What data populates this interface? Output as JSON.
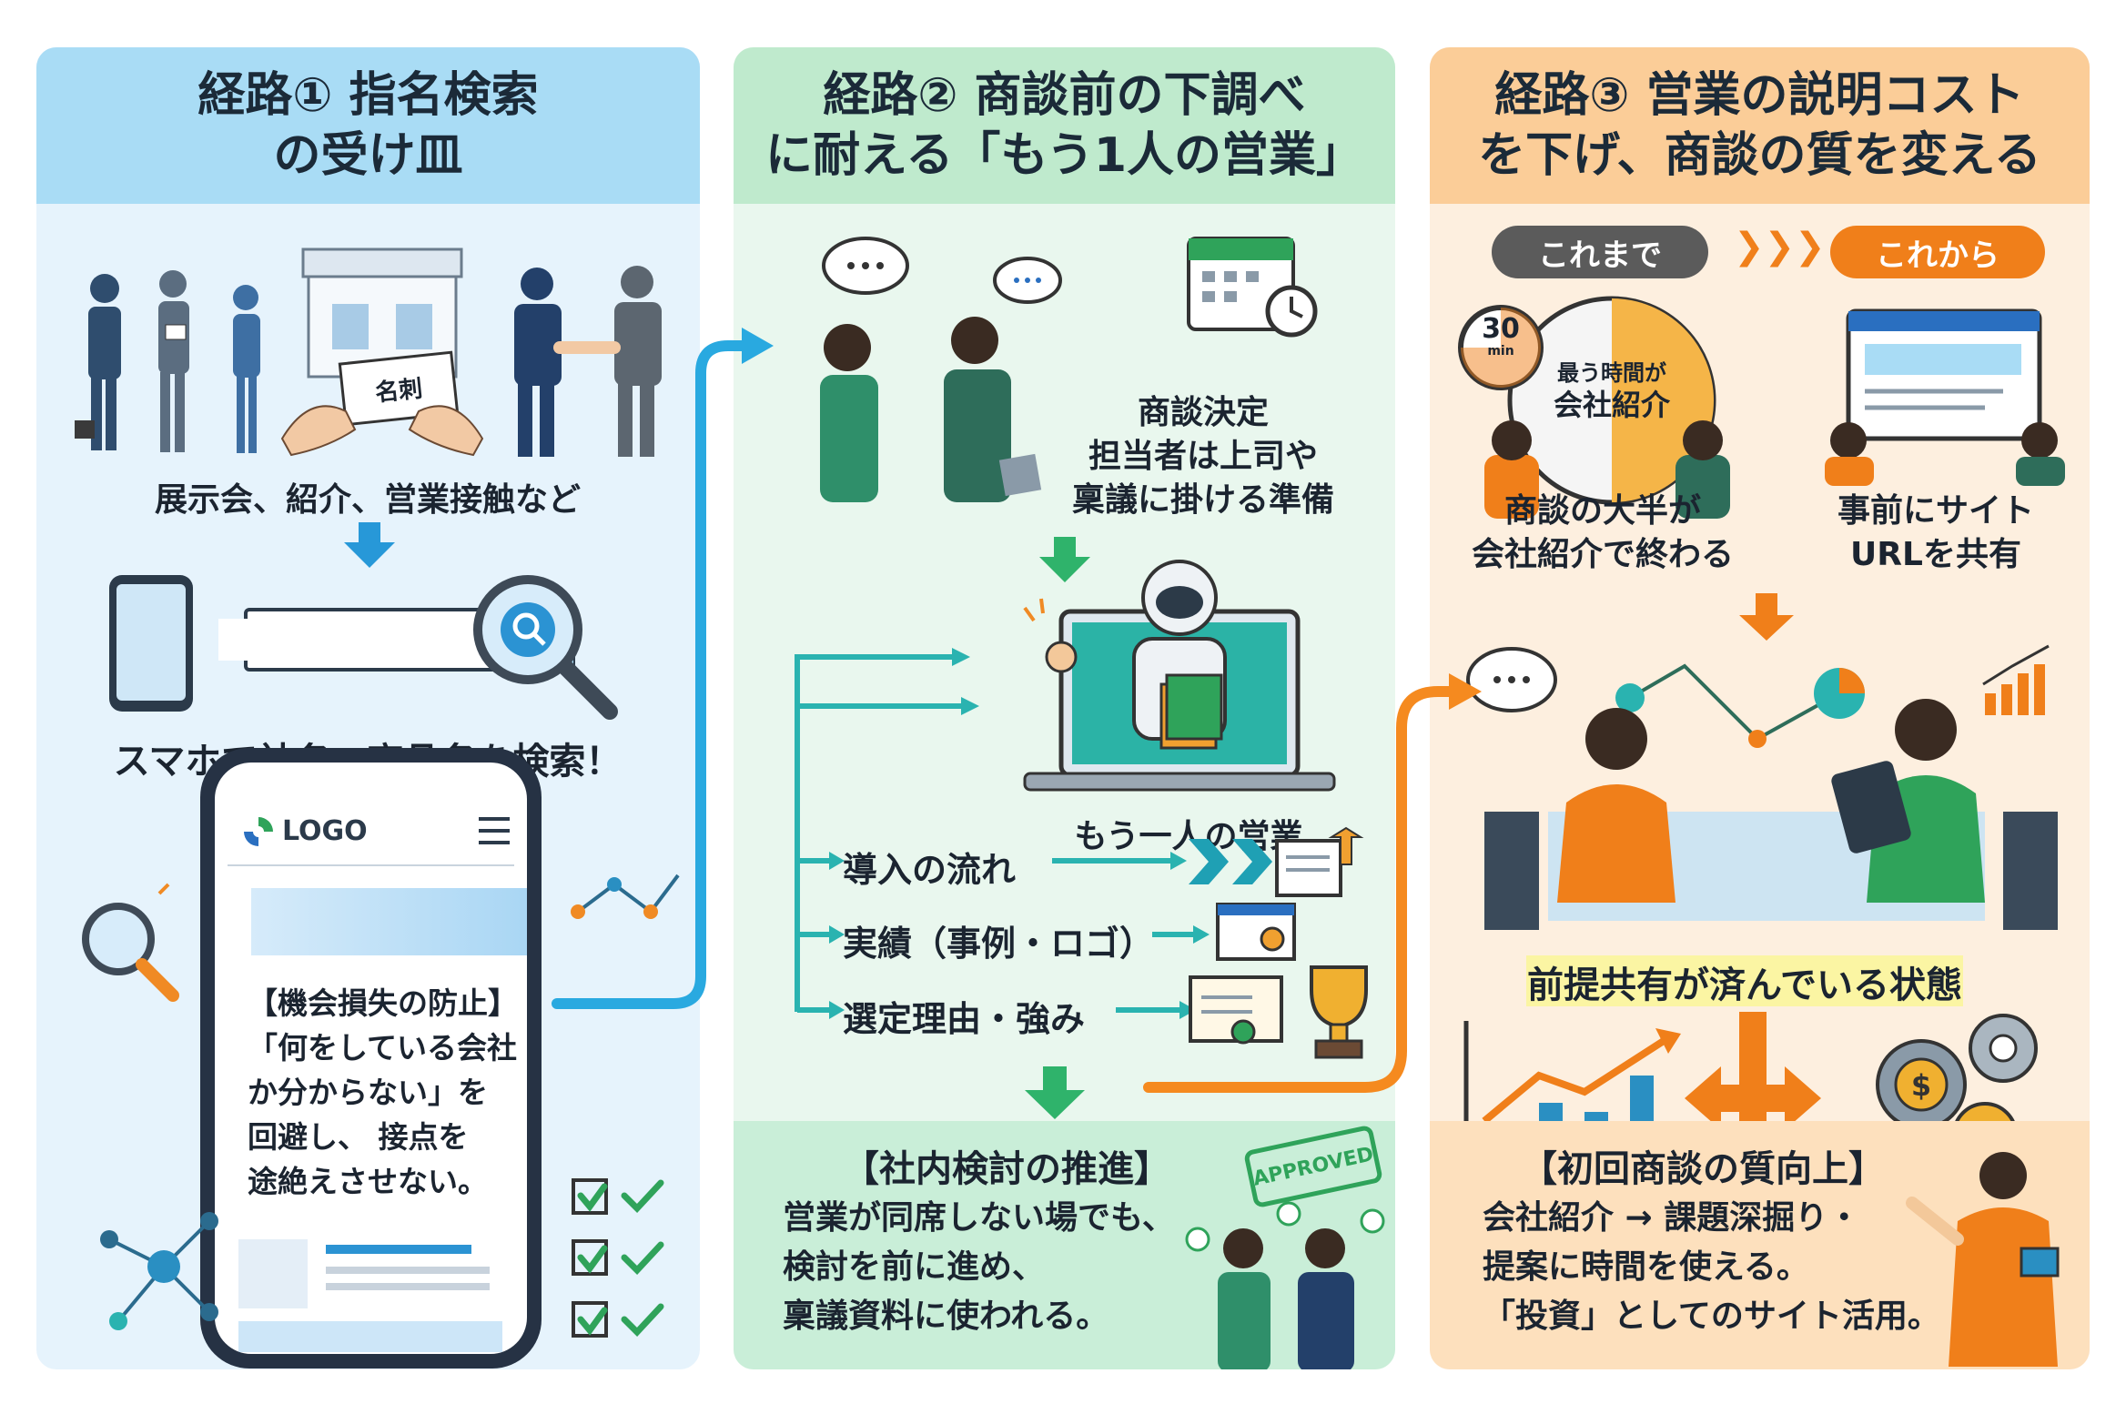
{
  "panel1": {
    "title_line1": "経路① 指名検索",
    "title_line2": "の受け皿",
    "meishi": "名刺",
    "caption_events": "展示会、紹介、営業接触など",
    "caption_search": "スマホで社名・商品名を検索！",
    "phone_logo": "LOGO",
    "phone_lines": [
      "【機会損失の防止】",
      "「何をしている会社",
      "か分からない」を",
      "回避し、 接点を",
      "途絶えさせない。"
    ]
  },
  "panel2": {
    "title_line1": "経路② 商談前の下調べ",
    "title_line2": "に耐える「もう1人の営業」",
    "meeting_lines": [
      "商談決定",
      "担当者は上司や",
      "稟議に掛ける準備"
    ],
    "robot_caption": "もう一人の営業",
    "branches": [
      "導入の流れ",
      "実績（事例・ロゴ）",
      "選定理由・強み"
    ],
    "stamp": "APPROVED",
    "bottom_heading": "【社内検討の推進】",
    "bottom_lines": [
      "営業が同席しない場でも、",
      "検討を前に進め、",
      "稟議資料に使われる。"
    ]
  },
  "panel3": {
    "title_line1": "経路③ 営業の説明コスト",
    "title_line2": "を下げ、商談の質を変える",
    "before_label": "これまで",
    "after_label": "これから",
    "clock_number": "30",
    "clock_unit": "min",
    "clock_lines": [
      "最う時間が",
      "会社紹介"
    ],
    "before_caption": [
      "商談の大半が",
      "会社紹介で終わる"
    ],
    "after_caption": [
      "事前にサイト",
      "URLを共有"
    ],
    "highlight": "前提共有が済んでいる状態",
    "bottom_heading": "【初回商談の質向上】",
    "bottom_lines": [
      "会社紹介 → 課題深掘り・",
      "提案に時間を使える。",
      "「投資」としてのサイト活用。"
    ]
  },
  "colors": {
    "blue_header": "#a9dcf5",
    "green_header": "#bfeacd",
    "orange_header": "#fbcd98",
    "blue_arrow": "#29a9e0",
    "teal_arrow": "#2ab3b0",
    "orange_arrow": "#f58a1f",
    "before_pill": "#5b5b5b",
    "after_pill": "#f07f1a",
    "highlight": "#fbf5a3"
  },
  "icons": [
    "business-people-icon",
    "booth-icon",
    "business-card-icon",
    "handshake-icon",
    "smartphone-icon",
    "search-bar-icon",
    "magnifier-icon",
    "network-icon",
    "checklist-icon",
    "speech-bubble-icon",
    "calendar-icon",
    "robot-icon",
    "chevrons-icon",
    "document-icon",
    "certificate-icon",
    "trophy-icon",
    "approved-stamp-icon",
    "clock-icon",
    "browser-icon",
    "bar-chart-icon",
    "pie-chart-icon",
    "gear-dollar-icon",
    "coin-icon"
  ]
}
